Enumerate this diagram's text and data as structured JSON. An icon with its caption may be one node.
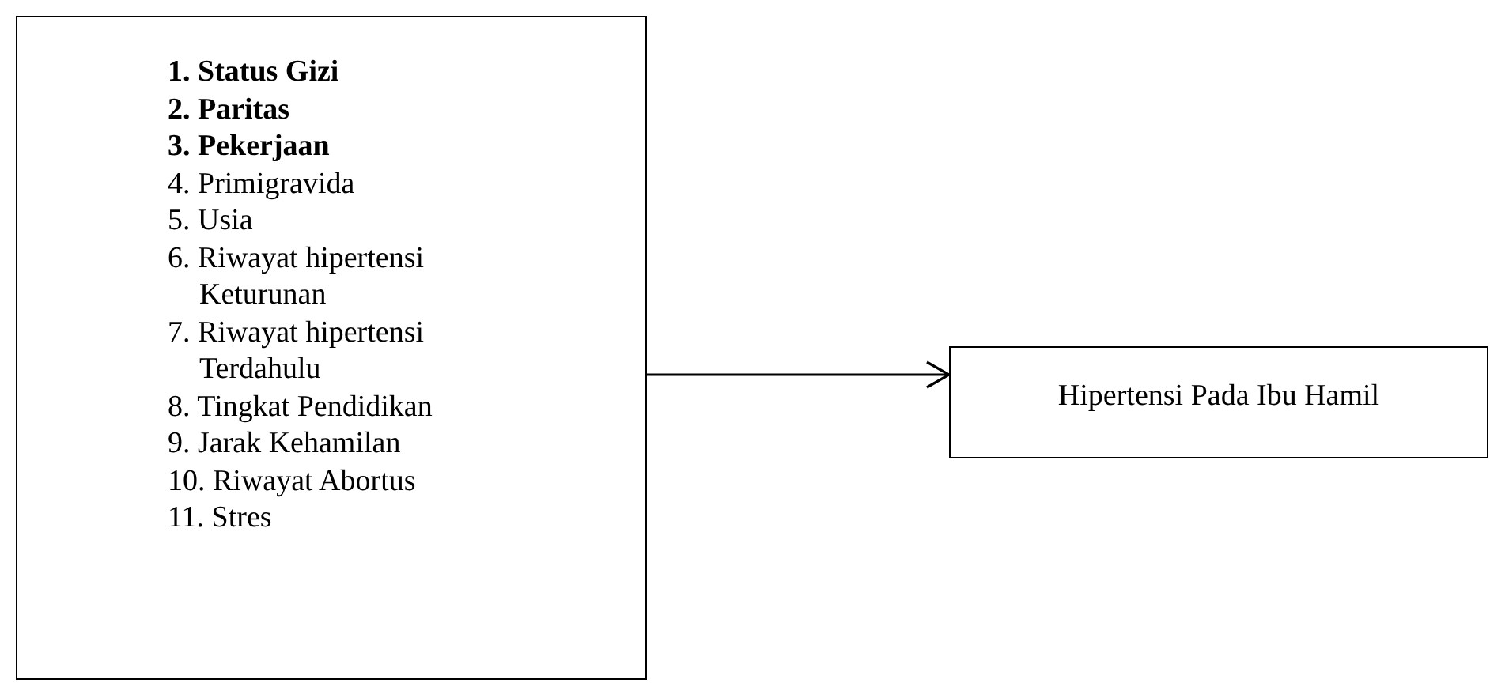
{
  "diagram": {
    "nodes": [
      {
        "text": [
          "**1. Status Gizi**",
          "**2. Paritas**",
          "**3. Pekerjaan**",
          "4. Primigravida",
          "5. Usia",
          "6. Riwayat hipertensi Keturunan",
          "7. Riwayat hipertensi Terdahulu",
          "8. Tingkat Pendidikan",
          "9. Jarak Kehamilan",
          "10. Riwayat Abortus",
          "11. Stres"
        ]
      },
      {
        "text": [
          "Hipertensi Pada Ibu Hamil"
        ]
      }
    ],
    "edges": [
      {
        "from": 0,
        "to": 1,
        "arrow": "to"
      }
    ]
  }
}
